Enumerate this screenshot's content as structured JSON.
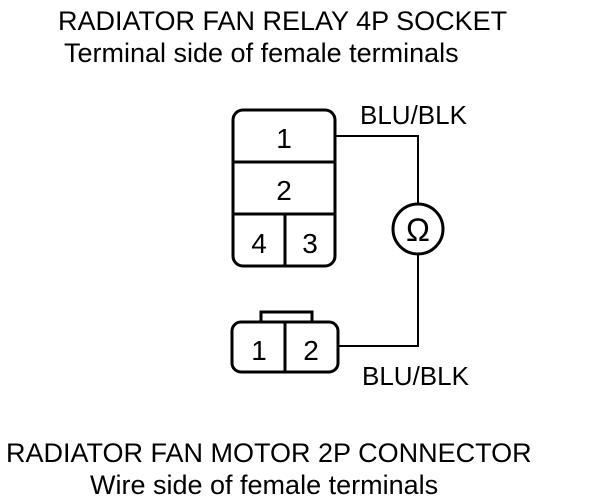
{
  "relay_socket": {
    "title": "RADIATOR FAN RELAY 4P SOCKET",
    "subtitle": "Terminal side of female terminals",
    "terminals": [
      "1",
      "2",
      "4",
      "3"
    ],
    "wire_label": "BLU/BLK"
  },
  "motor_connector": {
    "title": "RADIATOR FAN MOTOR 2P CONNECTOR",
    "subtitle": "Wire side of female terminals",
    "terminals": [
      "1",
      "2"
    ],
    "wire_label": "BLU/BLK"
  },
  "meter": {
    "symbol": "Ω",
    "icon": "ohmmeter-icon"
  }
}
